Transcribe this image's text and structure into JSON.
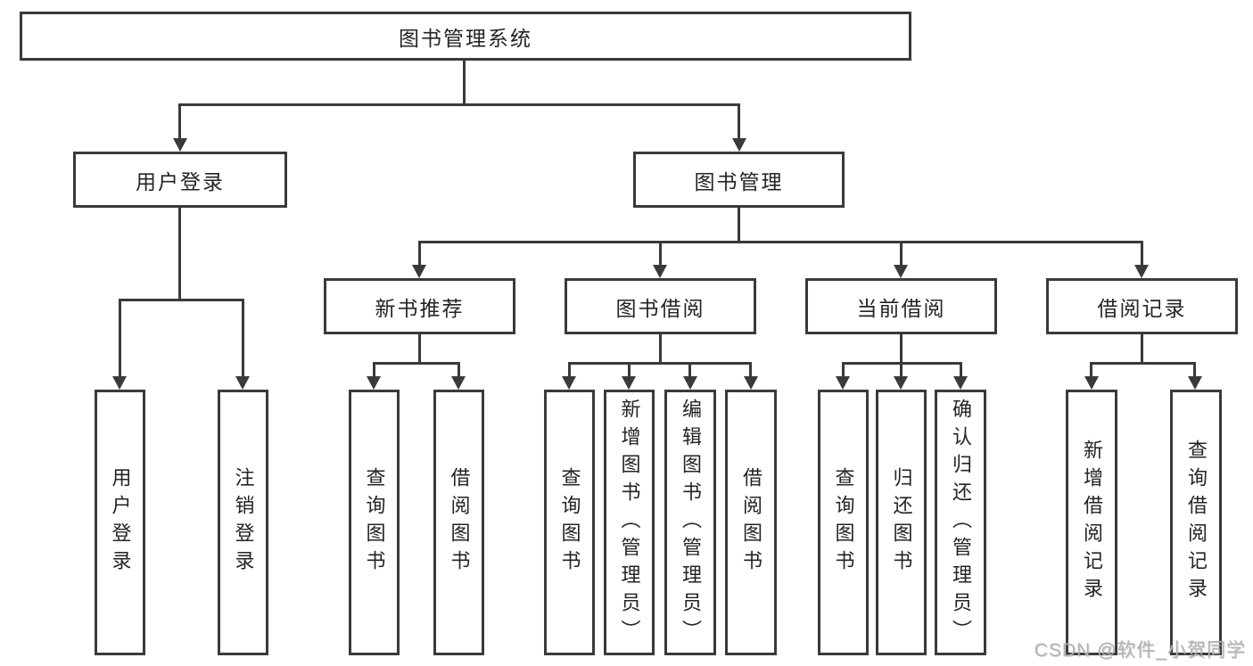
{
  "title": "图书管理系统",
  "level2": {
    "user_login": "用户登录",
    "book_mgmt": "图书管理"
  },
  "level3": {
    "new_book": "新书推荐",
    "borrow": "图书借阅",
    "current": "当前借阅",
    "records": "借阅记录"
  },
  "leaves": {
    "user_login": [
      "用户登录",
      "注销登录"
    ],
    "new_book": [
      "查询图书",
      "借阅图书"
    ],
    "borrow": [
      "查询图书",
      "新增图书（管理员）",
      "编辑图书（管理员）",
      "借阅图书"
    ],
    "current": [
      "查询图书",
      "归还图书",
      "确认归还（管理员）"
    ],
    "records": [
      "新增借阅记录",
      "查询借阅记录"
    ]
  },
  "watermark": "CSDN @软件_小贺同学",
  "colors": {
    "line": "#3a3a3a",
    "text": "#242424",
    "background": "#ffffff",
    "watermark": "#b3b3b3"
  }
}
